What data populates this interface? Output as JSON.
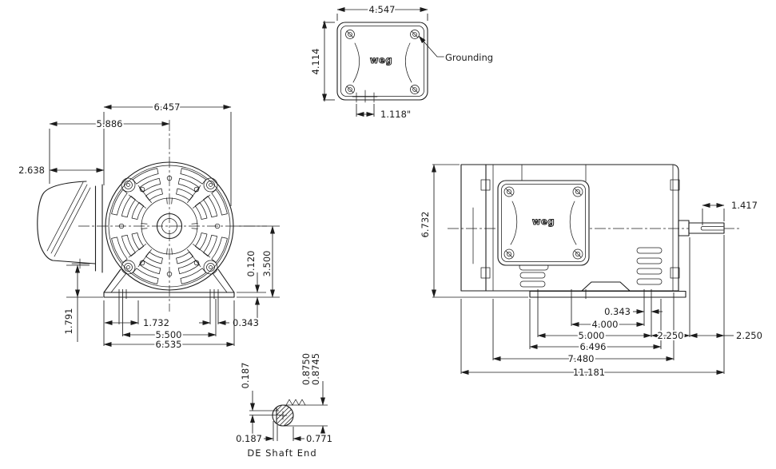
{
  "drawing": {
    "brand": "weg",
    "top_view": {
      "width": "4.547",
      "height": "4.114",
      "conduit": "1.118\"",
      "grounding_label": "Grounding"
    },
    "front_view": {
      "overall_width": "6.457",
      "box_to_center": "5.886",
      "box_depth": "2.638",
      "foot_thickness": "0.120",
      "shaft_height": "3.500",
      "box_to_base": "1.791",
      "foot_offset": "1.732",
      "foot_slot": "0.343",
      "foot_span": "5.500",
      "base_width": "6.535"
    },
    "side_view": {
      "overall_height": "6.732",
      "key_length": "1.417",
      "foot_slot": "0.343",
      "dim_4000": "4.000",
      "dim_5000": "5.000",
      "foot_to_shoulder": "2.250",
      "dim_6496": "6.496",
      "dim_7480": "7.480",
      "shaft_ext": "2.250",
      "overall_length": "11.181"
    },
    "shaft_detail": {
      "key_height": "0.187",
      "dia_upper": "0.8750",
      "dia_lower": "0.8745",
      "key_offset": "0.187",
      "flat_to_end": "0.771",
      "caption": "DE Shaft End"
    }
  },
  "colors": {
    "line": "#1c1c1c",
    "background": "#ffffff"
  }
}
